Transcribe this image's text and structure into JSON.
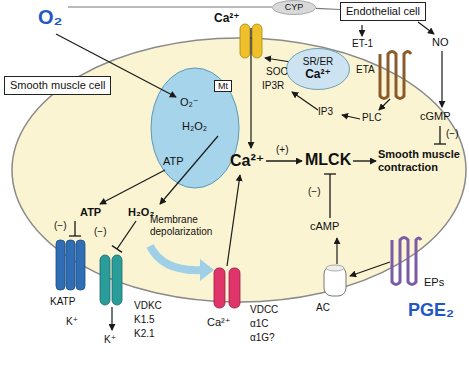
{
  "diagram": {
    "nodes": [
      {
        "text": [
          "Smooth muscle cell"
        ]
      },
      {
        "text": [
          "CYP"
        ]
      },
      {
        "text": [
          "Endothelial cell"
        ]
      },
      {
        "text": [
          "SR/ER",
          "Ca²⁺"
        ]
      },
      {
        "text": [
          "Mt"
        ]
      }
    ],
    "edges": [
      {
        "from": 1,
        "to": 2,
        "arrow": "none"
      }
    ],
    "labels": [
      "O₂",
      "Ca²⁺",
      "SOC",
      "IP3R",
      "ET-1",
      "NO",
      "ETA",
      "PLC",
      "IP3",
      "cGMP",
      "(−)",
      "O₂⁻",
      "H₂O₂",
      "ATP",
      "Ca²⁺",
      "(+)",
      "MLCK",
      "Smooth muscle contraction",
      "(−)",
      "cAMP",
      "ATP",
      "H₂O₂",
      "(−)",
      "(−)",
      "Membrane depolarization",
      "KATP",
      "K⁺",
      "K⁺",
      "VDKC",
      "K1.5",
      "K2.1",
      "Ca²⁺",
      "VDCC",
      "α1C",
      "α1G?",
      "AC",
      "EPs",
      "PGE₂"
    ]
  }
}
